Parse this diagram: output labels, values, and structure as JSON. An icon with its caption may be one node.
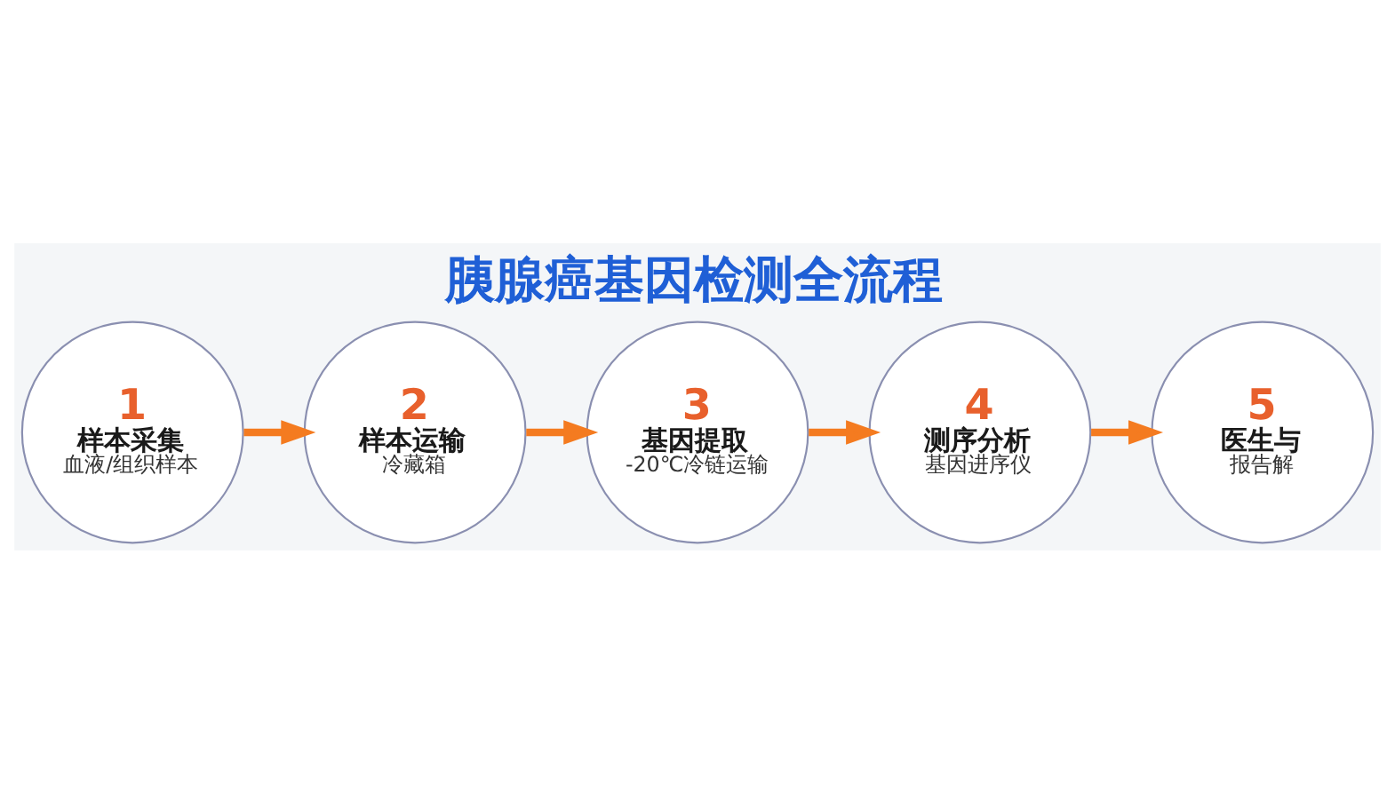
{
  "diagram": {
    "title": "胰腺癌基因检测全流程",
    "nodes": [
      {
        "text": [
          "1",
          "样本采集",
          "血液/组织样本"
        ]
      },
      {
        "text": [
          "2",
          "样本运输",
          "冷藏箱"
        ]
      },
      {
        "text": [
          "3",
          "基因提取",
          "-20℃冷链运输"
        ]
      },
      {
        "text": [
          "4",
          "测序分析",
          "基因进序仪"
        ]
      },
      {
        "text": [
          "5",
          "医生与",
          "报告解"
        ]
      }
    ],
    "edges": [
      {
        "from": 0,
        "to": 1,
        "arrow": "to"
      },
      {
        "from": 1,
        "to": 2,
        "arrow": "to"
      },
      {
        "from": 2,
        "to": 3,
        "arrow": "to"
      },
      {
        "from": 3,
        "to": 4,
        "arrow": "to"
      }
    ]
  }
}
